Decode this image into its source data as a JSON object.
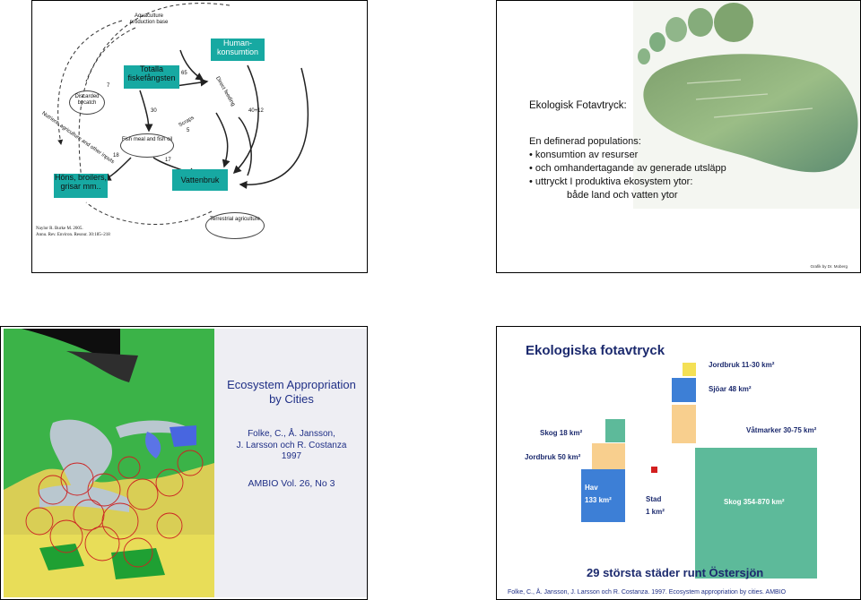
{
  "slide1": {
    "nodes": {
      "aquaculture": "Aquaculture production base",
      "human": "Human-konsumtion",
      "totalla": "Totalla fiskefångsten",
      "discarded": "Discarded bycatch",
      "fishmeal": "Fish meal and fish oil",
      "hons": "Höns, broilers, grisar mm..",
      "vattenbruk": "Vattenbruk",
      "terrestrial": "Terrestrial agriculture"
    },
    "numbers": {
      "n7": "7",
      "n65": "65",
      "n30": "30",
      "n18": "18",
      "n17": "17",
      "n5": "5",
      "n4012": "40+12"
    },
    "arrow_labels": {
      "scraps": "Scraps",
      "direct": "Direct feeding",
      "nutrient": "Nutrient, agriculture and other inputs"
    },
    "citation_line1": "Naylor R. Burke M. 2005.",
    "citation_line2": "Annu. Rev. Environ. Resour. 30:185–218"
  },
  "slide2": {
    "title": "Ekologisk Fotavtryck:",
    "intro": "En definerad populations:",
    "bullets": [
      "konsumtion av resurser",
      "och omhandertagande av generade utsläpp",
      "uttryckt I produktiva ekosystem ytor:"
    ],
    "continuation": "både land och vatten ytor",
    "credit": "Grafik by Dr. Moberg"
  },
  "slide3": {
    "title_line1": "Ecosystem Appropriation",
    "title_line2": "by Cities",
    "authors_line1": "Folke, C., Å. Jansson,",
    "authors_line2": "J. Larsson och R. Costanza",
    "year": "1997",
    "journal": "AMBIO Vol. 26, No 3"
  },
  "slide4": {
    "title": "Ekologiska fotavtryck",
    "labels": {
      "jordbruk_right": "Jordbruk 11-30 km²",
      "sjoar": "Sjöar 48 km²",
      "vatmarker": "Våtmarker 30-75 km²",
      "skog_left": "Skog 18 km²",
      "jordbruk_left": "Jordbruk 50 km²",
      "hav_name": "Hav",
      "hav_value": "133 km²",
      "stad_name": "Stad",
      "stad_value": "1 km²",
      "skog_right": "Skog 354-870 km²"
    },
    "caption": "29 största städer runt Östersjön",
    "citation": "Folke, C., Å. Jansson, J. Larsson och R. Costanza. 1997. Ecosystem appropriation by cities. AMBIO"
  },
  "colors": {
    "teal": "#17a9a2",
    "navy": "#1f2f86",
    "green": "#6dbd3f",
    "blue_square": "#3d7fd6",
    "yellow": "#f4e055",
    "peach": "#f8cf8e",
    "sea_green": "#5dba9a"
  }
}
